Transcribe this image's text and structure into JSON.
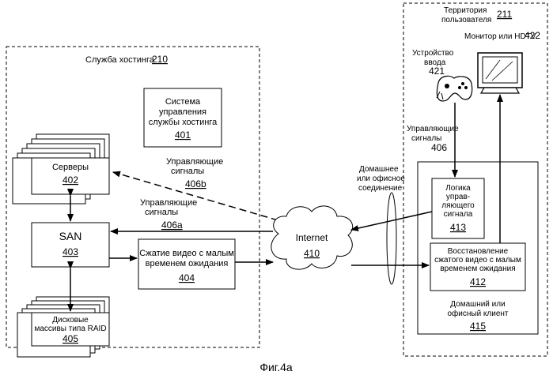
{
  "hosting": {
    "label": "Служба хостинга",
    "number": "210",
    "mgmt": {
      "lines": [
        "Система",
        "управления",
        "службы хостинга"
      ],
      "number": "401"
    },
    "servers": {
      "label": "Серверы",
      "number": "402"
    },
    "san": {
      "label": "SAN",
      "number": "403"
    },
    "raid": {
      "lines": [
        "Дисковые",
        "массивы типа RAID"
      ],
      "number": "405"
    },
    "compress": {
      "lines": [
        "Сжатие видео с малым",
        "временем ожидания"
      ],
      "number": "404"
    },
    "signals_b": {
      "lines": [
        "Управляющие",
        "сигналы"
      ],
      "number": "406b"
    },
    "signals_a": {
      "lines": [
        "Управляющие",
        "сигналы"
      ],
      "number": "406a"
    }
  },
  "internet": {
    "label": "Internet",
    "number": "410"
  },
  "connection": {
    "lines": [
      "Домашнее",
      "или офисное",
      "соединение"
    ]
  },
  "user": {
    "label": [
      "Территория",
      "пользователя"
    ],
    "number": "211",
    "monitor": {
      "label": "Монитор или HDTV",
      "number": "422"
    },
    "input": {
      "lines": [
        "Устройство",
        "ввода"
      ],
      "number": "421"
    },
    "signals": {
      "lines": [
        "Управляющие",
        "сигналы"
      ],
      "number": "406"
    },
    "logic": {
      "lines": [
        "Логика",
        "управ-",
        "ляющего",
        "сигнала"
      ],
      "number": "413"
    },
    "decompress": {
      "lines": [
        "Восстановление",
        "сжатого видео с малым",
        "временем ожидания"
      ],
      "number": "412"
    },
    "client": {
      "lines": [
        "Домашний или",
        "офисный клиент"
      ],
      "number": "415"
    }
  },
  "caption": "Фиг.4а"
}
